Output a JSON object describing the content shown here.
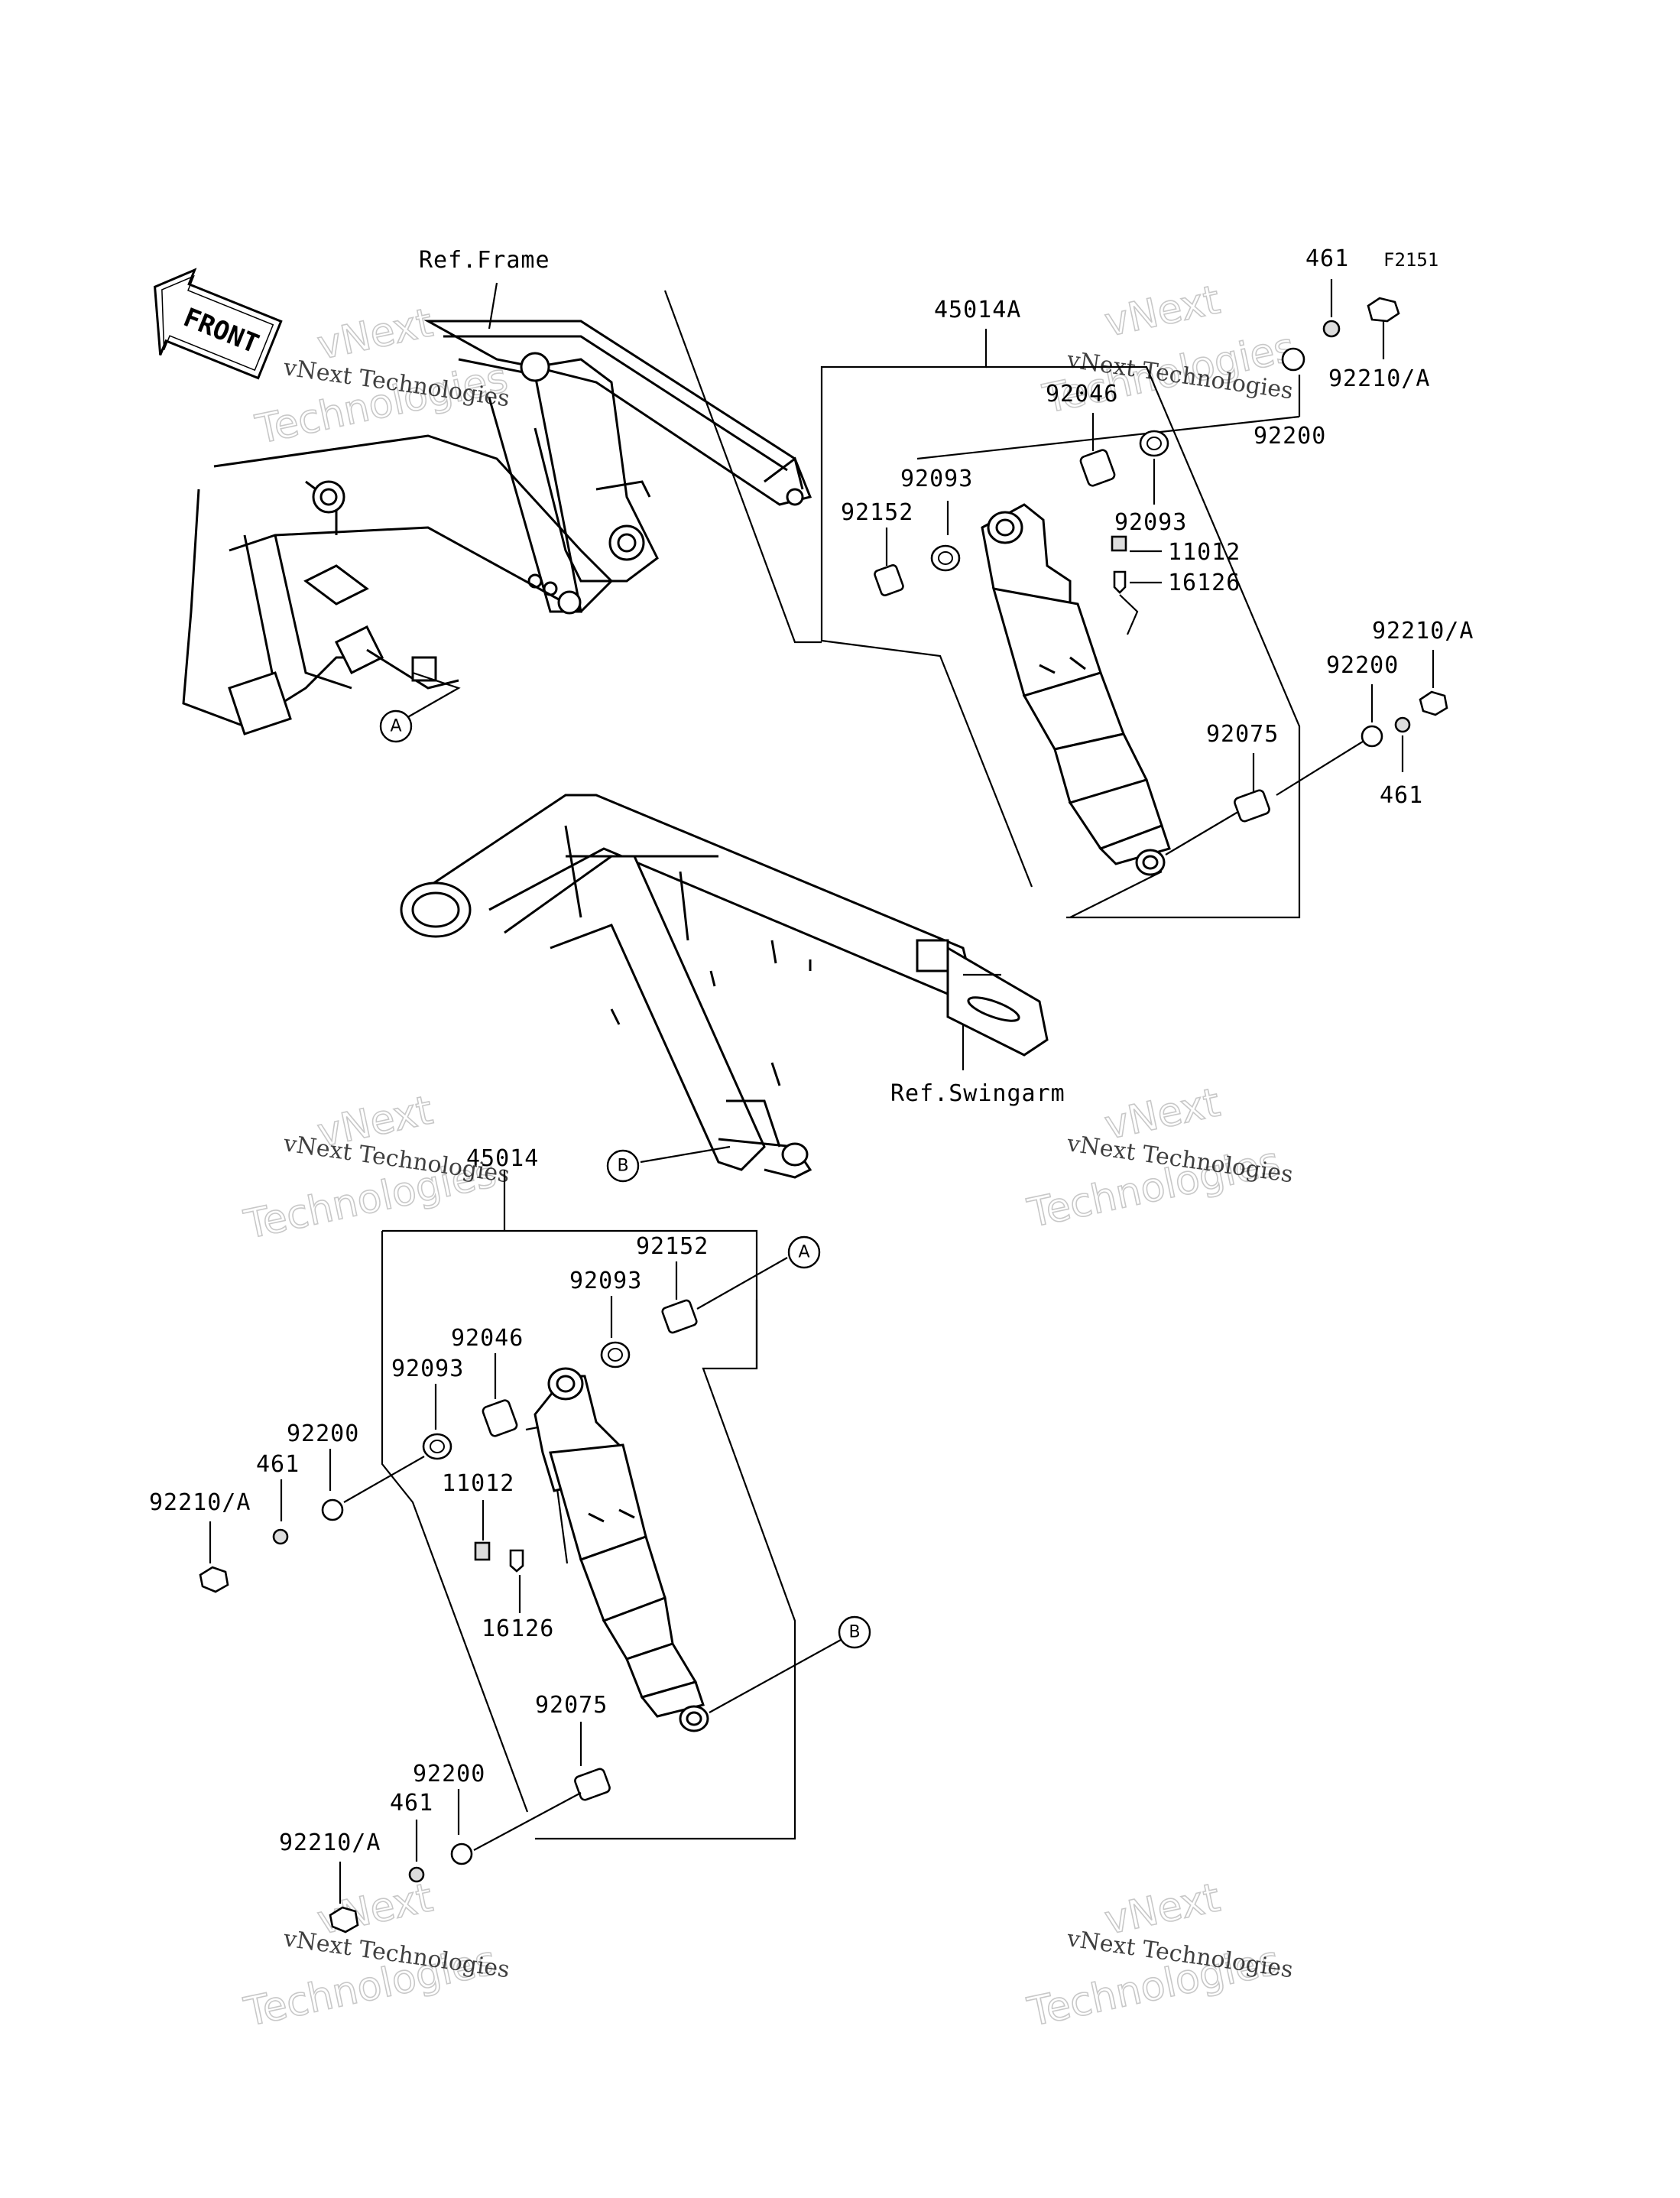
{
  "figure_code": "F2151",
  "front_arrow_label": "FRONT",
  "refs": {
    "frame": "Ref.Frame",
    "swingarm": "Ref.Swingarm"
  },
  "connectors": {
    "a": "A",
    "b": "B"
  },
  "watermark": {
    "line1": "vNext Technologies",
    "line2": "Technologies",
    "line2_alt": "vNext"
  },
  "upper_assembly": {
    "assy": "45014A",
    "parts": {
      "p461_top": "461",
      "p92210_top": "92210/A",
      "p92200_top": "92200",
      "p92046": "92046",
      "p92093_left": "92093",
      "p92093_right": "92093",
      "p92152": "92152",
      "p11012": "11012",
      "p16126": "16126",
      "p92210_mid": "92210/A",
      "p92200_mid": "92200",
      "p92075": "92075",
      "p461_mid": "461"
    }
  },
  "lower_assembly": {
    "assy": "45014",
    "parts": {
      "p92152": "92152",
      "p92093_top": "92093",
      "p92046": "92046",
      "p92093_left": "92093",
      "p92200_top": "92200",
      "p461_top": "461",
      "p92210_top": "92210/A",
      "p11012": "11012",
      "p16126": "16126",
      "p92075": "92075",
      "p92200_bottom": "92200",
      "p461_bottom": "461",
      "p92210_bottom": "92210/A"
    }
  }
}
